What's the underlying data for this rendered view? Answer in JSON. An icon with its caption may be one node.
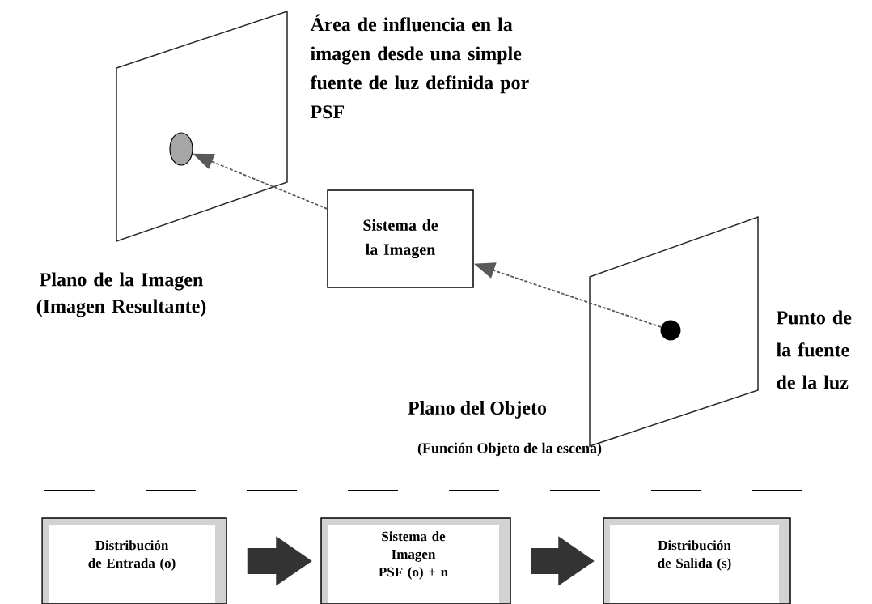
{
  "diagram": {
    "nodes": [
      {
        "text": [
          "Plano de la Imagen (Imagen Resultante)"
        ]
      },
      {
        "text": [],
        "shape": "circle",
        "in": 0
      },
      {
        "text": [
          "Sistema de la Imagen"
        ]
      },
      {
        "text": [
          "Plano del Objeto",
          "(Función Objeto de la escena)"
        ]
      },
      {
        "text": [],
        "shape": "circle",
        "in": 3
      },
      {
        "text": [
          "Distribución de Entrada (o)"
        ]
      },
      {
        "text": [
          "Sistema de Imagen PSF (o) + n"
        ]
      },
      {
        "text": [
          "Distribución de Salida (s)"
        ]
      }
    ],
    "edges": [
      {
        "from": 4,
        "to": 2,
        "arrow": "to",
        "style": "dashed"
      },
      {
        "from": 2,
        "to": 1,
        "arrow": "to",
        "style": "dashed"
      },
      {
        "from": 5,
        "to": 6,
        "arrow": "to",
        "style": "thick"
      },
      {
        "from": 6,
        "to": 7,
        "arrow": "to",
        "style": "thick"
      }
    ],
    "labels": [
      "Área de influencia en la imagen desde una simple fuente de luz definida por PSF",
      "Punto de la fuente de la luz"
    ]
  }
}
